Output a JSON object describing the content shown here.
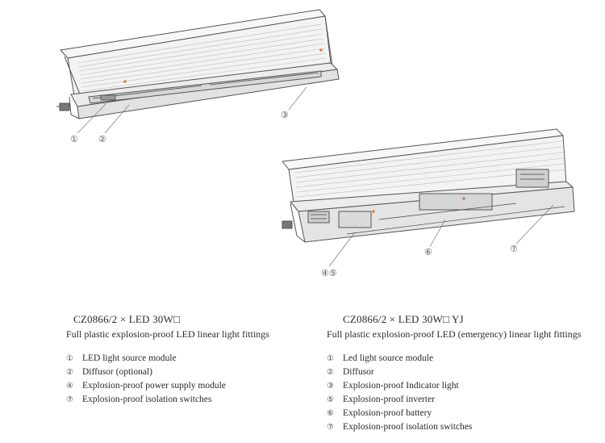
{
  "figure": {
    "callouts_top": [
      {
        "num": "①"
      },
      {
        "num": "②"
      },
      {
        "num": "③"
      }
    ],
    "callouts_bottom": [
      {
        "num": "④⑤"
      },
      {
        "num": "⑥"
      },
      {
        "num": "⑦"
      }
    ]
  },
  "left_panel": {
    "model": "CZ0866/2 × LED 30W□",
    "description": "Full plastic explosion-proof LED linear light fittings",
    "items": [
      {
        "num": "①",
        "label": "LED light source module"
      },
      {
        "num": "②",
        "label": "Diffusor (optional)"
      },
      {
        "num": "④",
        "label": "Explosion-proof power supply module"
      },
      {
        "num": "⑦",
        "label": "Explosion-proof isolation switches"
      }
    ]
  },
  "right_panel": {
    "model": "CZ0866/2 × LED 30W□ YJ",
    "description": "Full plastic explosion-proof LED (emergency) linear light fittings",
    "items": [
      {
        "num": "①",
        "label": "Led light source module"
      },
      {
        "num": "②",
        "label": "Diffusor"
      },
      {
        "num": "③",
        "label": "Explosion-proof Indicator light"
      },
      {
        "num": "⑤",
        "label": "Explosion-proof inverter"
      },
      {
        "num": "⑥",
        "label": "Explosion-proof battery"
      },
      {
        "num": "⑦",
        "label": "Explosion-proof isolation switches"
      }
    ]
  },
  "colors": {
    "line": "#555555",
    "accent": "#e07a3a"
  }
}
